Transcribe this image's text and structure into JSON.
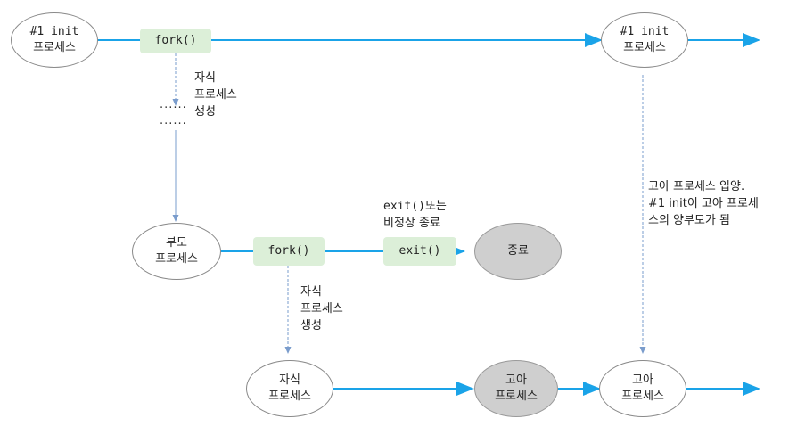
{
  "colors": {
    "arrow": "#1aa3e8",
    "dashed": "#7a9ccc",
    "green_box": "#dcefd8",
    "gray_node": "#cfcfcf"
  },
  "nodes": {
    "init_left": {
      "line1": "#1 init",
      "line2": "프로세스"
    },
    "init_right": {
      "line1": "#1 init",
      "line2": "프로세스"
    },
    "parent": {
      "line1": "부모",
      "line2": "프로세스"
    },
    "terminated": {
      "label": "종료"
    },
    "child": {
      "line1": "자식",
      "line2": "프로세스"
    },
    "orphan_gray": {
      "line1": "고아",
      "line2": "프로세스"
    },
    "orphan_adopted": {
      "line1": "고아",
      "line2": "프로세스"
    }
  },
  "boxes": {
    "fork_top": "fork()",
    "fork_mid": "fork()",
    "exit": "exit()"
  },
  "notes": {
    "child_create_top": [
      "자식",
      "프로세스",
      "생성"
    ],
    "child_create_mid": [
      "자식",
      "프로세스",
      "생성"
    ],
    "exit_note": [
      "exit()또는",
      "비정상 종료"
    ],
    "adopt_note": [
      "고아 프로세스 입양.",
      "#1 init이 고아 프로세",
      "스의 양부모가 됨"
    ],
    "ellipsis": "......"
  }
}
